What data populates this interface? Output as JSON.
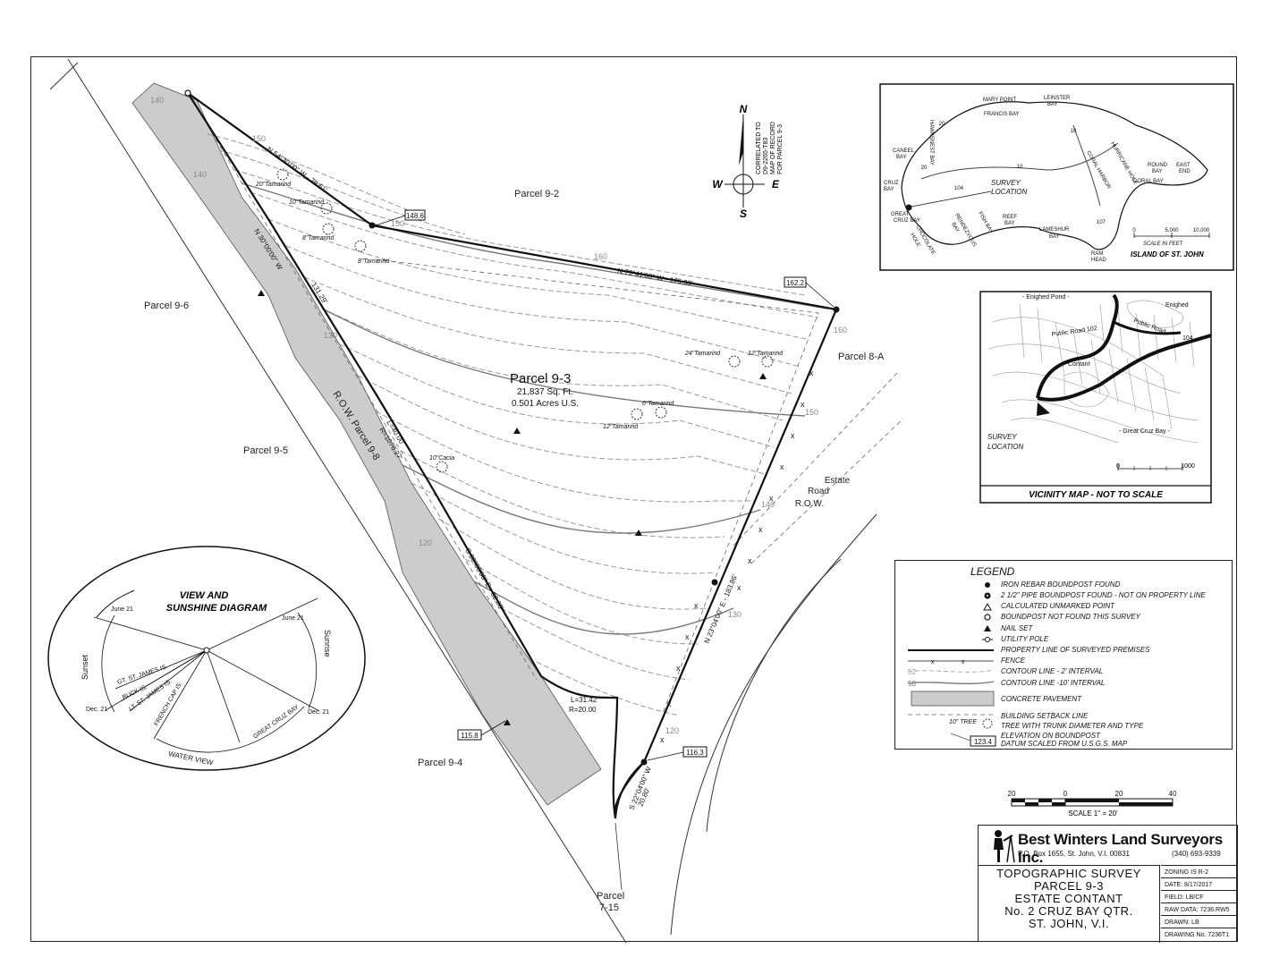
{
  "survey_title": [
    "TOPOGRAPHIC SURVEY",
    "PARCEL 9-3",
    "ESTATE CONTANT",
    "No. 2 CRUZ BAY QTR.",
    "ST. JOHN, V.I."
  ],
  "company": {
    "name": "Best Winters Land Surveyors Inc.",
    "address": "P.O. Box 1655, St. John, V.I. 00831",
    "phone": "(340) 693-9339"
  },
  "title_fields": [
    "ZONING IS  R-2",
    "DATE: 8/17/2017",
    "FIELD: LB/CF",
    "RAW DATA: 7236.RW5",
    "DRAWN: LB",
    "DRAWING No. 7236T1"
  ],
  "parcel": {
    "name": "Parcel 9-3",
    "area_sqft": "21,837 Sq. Ft.",
    "area_acres": "0.501 Acres U.S."
  },
  "adjacent_parcels": [
    "Parcel 9-2",
    "Parcel 9-6",
    "Parcel 9-5",
    "Parcel 9-4",
    "Parcel 8-A",
    "Parcel",
    "7-15"
  ],
  "row_label": "R.O.W. Parcel 9-8",
  "estate_road": [
    "Estate",
    "Road",
    "R.O.W."
  ],
  "bearings": [
    "N 54°30'00\" W - 79.61'",
    "N 79°41'00\" W - 175.93'",
    "N 23°04'00\" E - 183.86'",
    "S 30°00'00\" E - 82.83'",
    "N 30°00'00\" W",
    "131.29'",
    "S 22°04'00\" W",
    "20.80'",
    "L=31.42'",
    "R=20.00",
    "L=40.00'",
    "R=1076.27'"
  ],
  "elevations": [
    "148.6",
    "162.2",
    "115.8",
    "116.3"
  ],
  "contour_labels": [
    "140",
    "150",
    "160",
    "130",
    "120",
    "140",
    "150",
    "160",
    "140",
    "130",
    "120",
    "150"
  ],
  "trees": [
    "20\"Tamarind",
    "10\"Tamarind",
    "8\"Tamarind",
    "8\"Tamarind",
    "24\"Tamarind",
    "12\"Tamarind",
    "6\"Tamarind",
    "12\"Tamarind",
    "10\"Cacia"
  ],
  "compass": {
    "n": "N",
    "s": "S",
    "e": "E",
    "w": "W",
    "note": [
      "CORRELATED TO",
      "D9-2265-T83",
      "MAP OF RECORD",
      "FOR PARCEL 9-3"
    ]
  },
  "sunshine": {
    "title": [
      "VIEW AND",
      "SUNSHINE DIAGRAM"
    ],
    "labels": [
      "June 21",
      "June 21",
      "Sunset",
      "Sunrise",
      "Dec. 21",
      "Dec. 21",
      "GT. ST. JAMES IS.",
      "BUCK IS.",
      "LT. ST. JAMES IS.",
      "FRENCH CAP IS.",
      "GREAT CRUZ BAY",
      "WATER VIEW"
    ]
  },
  "island_map": {
    "labels": [
      "MARY POINT",
      "LEINSTER",
      "BAY",
      "FRANCIS BAY",
      "HAWKSNEST BAY",
      "CANEEL",
      "BAY",
      "CRUZ",
      "BAY",
      "GREAT",
      "CRUZ BAY",
      "CHOCOLATE",
      "HOLE",
      "RENDEZVOUS",
      "BAY",
      "FISH BAY",
      "REEF",
      "BAY",
      "LAMESHUR",
      "BAY",
      "RAM",
      "HEAD",
      "CORAL BAY",
      "ROUND",
      "BAY",
      "EAST",
      "END",
      "HURRICANE HOLE",
      "CORAL HARBOR",
      "SURVEY",
      "LOCATION"
    ],
    "scale": [
      "0",
      "5,000",
      "10,000",
      "SCALE IN FEET"
    ],
    "caption": "ISLAND OF ST. JOHN",
    "routes": [
      "20",
      "104",
      "10",
      "107",
      "20",
      "10"
    ]
  },
  "vicinity_map": {
    "labels": [
      "- Enighed Pond -",
      "Enighed",
      "Public Road 102",
      "Public Road",
      "104",
      "Contant",
      "- Great Cruz Bay -",
      "SURVEY",
      "LOCATION"
    ],
    "scale": [
      "0",
      "1000"
    ],
    "caption": "VICINITY MAP - NOT TO SCALE"
  },
  "legend": {
    "title": "LEGEND",
    "items": [
      "IRON REBAR BOUNDPOST FOUND",
      "2 1/2\" PIPE BOUNDPOST FOUND - NOT ON PROPERTY LINE",
      "CALCULATED UNMARKED POINT",
      "BOUNDPOST NOT FOUND THIS SURVEY",
      "NAIL SET",
      "UTILITY POLE",
      "PROPERTY LINE OF SURVEYED PREMISES",
      "FENCE",
      "CONTOUR LINE - 2' INTERVAL",
      "CONTOUR LINE -10' INTERVAL",
      "CONCRETE PAVEMENT",
      "BUILDING SETBACK LINE",
      "TREE WITH TRUNK DIAMETER AND TYPE",
      "ELEVATION ON BOUNDPOST",
      "DATUM SCALED FROM U.S.G.S. MAP"
    ],
    "samples": [
      "52",
      "50",
      "10\" TREE",
      "123.4"
    ]
  },
  "bar_scale": {
    "ticks": [
      "20",
      "0",
      "20",
      "40"
    ],
    "caption": "SCALE 1\" = 20'"
  }
}
